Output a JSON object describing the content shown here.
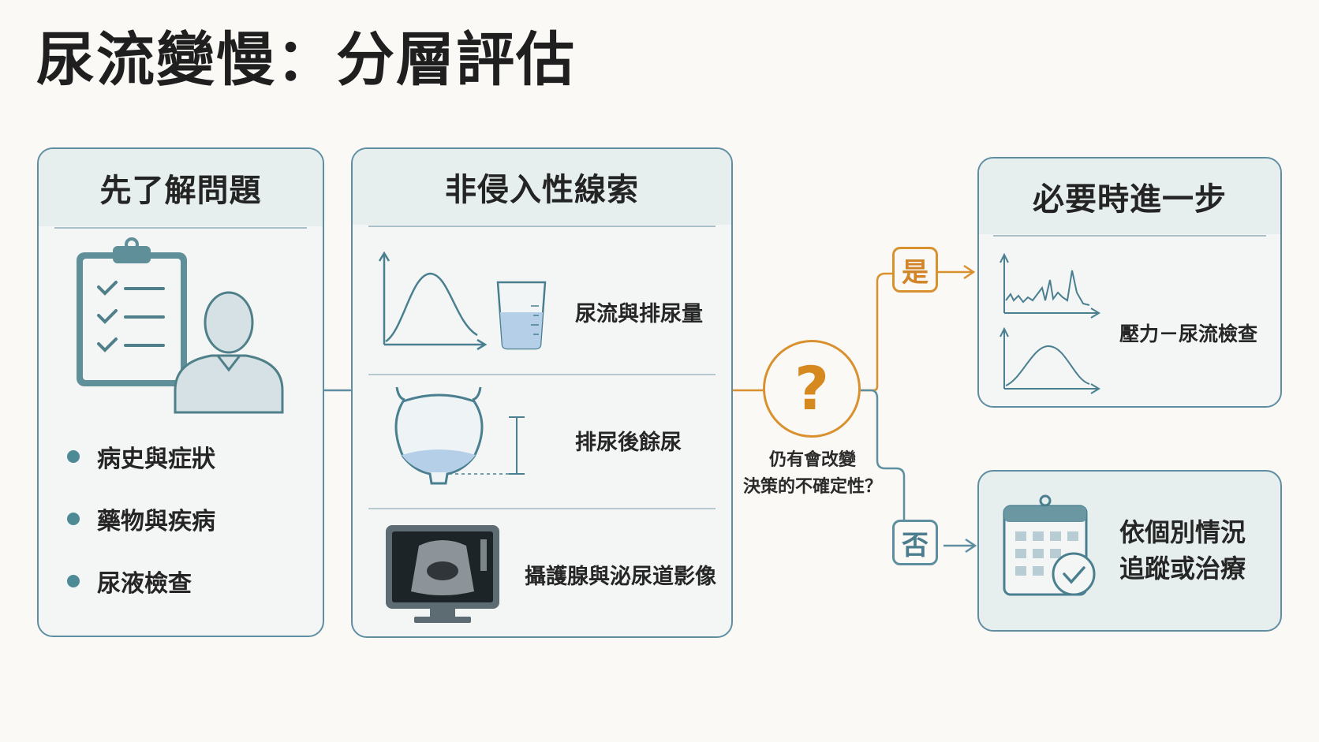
{
  "title": "尿流變慢：分層評估",
  "panels": {
    "understand": {
      "heading": "先了解問題",
      "bullets": [
        "病史與症狀",
        "藥物與疾病",
        "尿液檢查"
      ]
    },
    "noninvasive": {
      "heading": "非侵入性線索",
      "rows": [
        "尿流與排尿量",
        "排尿後餘尿",
        "攝護腺與泌尿道影像"
      ]
    },
    "further": {
      "heading": "必要時進一步",
      "label": "壓力－尿流檢查"
    },
    "followup": {
      "line1": "依個別情況",
      "line2": "追蹤或治療"
    }
  },
  "decision": {
    "symbol": "?",
    "line1": "仍有會改變",
    "line2": "決策的不確定性？",
    "yes": "是",
    "no": "否"
  },
  "colors": {
    "panel_border": "#5f8ea3",
    "accent_orange": "#d9912f",
    "accent_teal": "#5e8fa0",
    "urine_blue": "#b6cfe8"
  },
  "icons": [
    "clipboard-checklist-icon",
    "person-icon",
    "flow-curve-icon",
    "measuring-cup-icon",
    "bladder-icon",
    "ultrasound-monitor-icon",
    "pressure-flow-chart-icon",
    "calendar-check-icon"
  ]
}
